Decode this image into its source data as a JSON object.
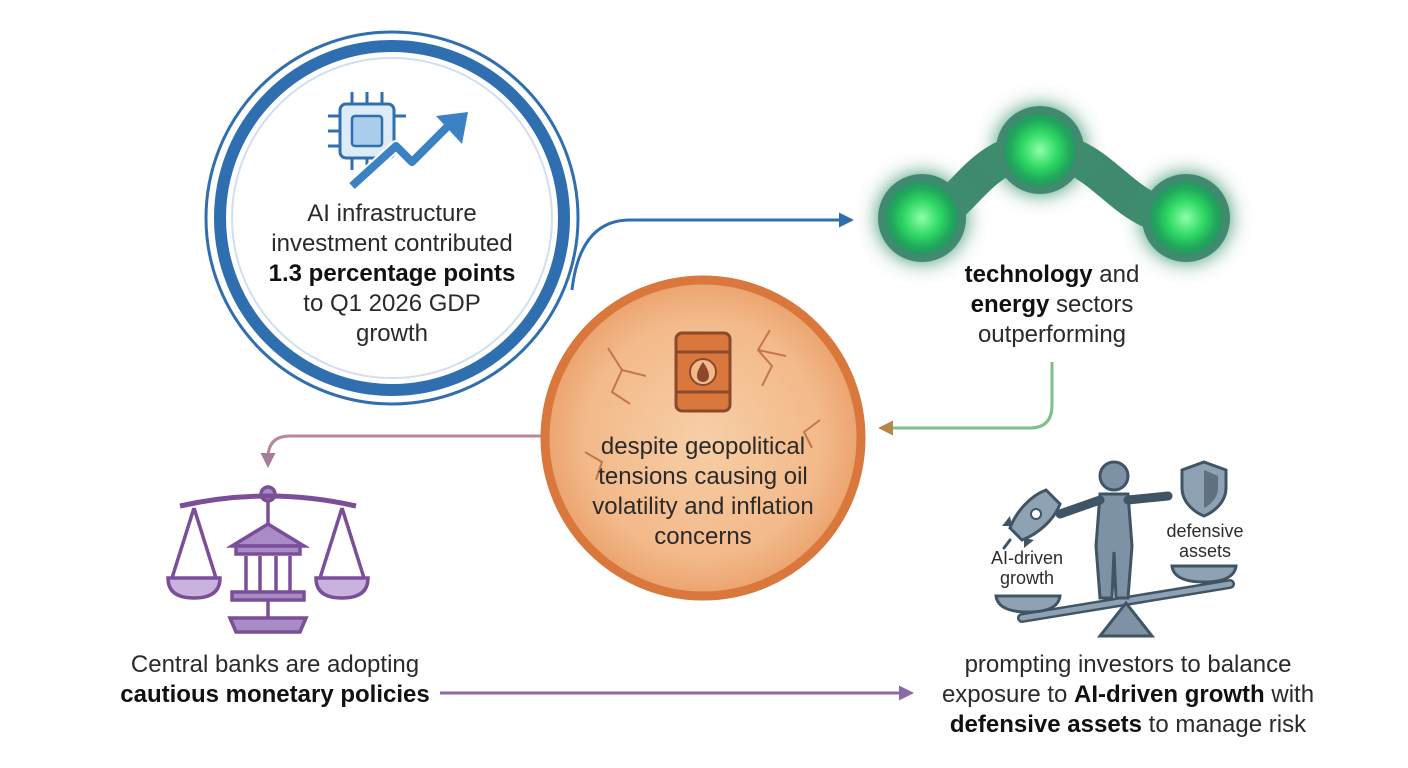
{
  "nodes": {
    "ai_investment": {
      "line1": "AI infrastructure",
      "line2": "investment contributed",
      "line3_bold": "1.3 percentage points",
      "line4": "to Q1 2026 GDP",
      "line5": "growth"
    },
    "sectors": {
      "bold1": "technology",
      "rest1": " and",
      "bold2": "energy",
      "rest2": " sectors",
      "line3": "outperforming"
    },
    "geopolitics": {
      "line1": "despite geopolitical",
      "line2": "tensions causing oil",
      "line3": "volatility and inflation",
      "line4": "concerns"
    },
    "central_banks": {
      "line1": "Central banks are adopting",
      "line2_bold": "cautious monetary policies"
    },
    "investors": {
      "line1": "prompting investors to balance",
      "line2_pre": "exposure to ",
      "line2_bold": "AI-driven growth",
      "line2_post": " with",
      "line3_bold": "defensive assets",
      "line3_post": " to manage risk",
      "scale_left_label_1": "AI-driven",
      "scale_left_label_2": "growth",
      "scale_right_label_1": "defensive",
      "scale_right_label_2": "assets"
    }
  },
  "icons": [
    "chip-growth-icon",
    "sector-nodes-icon",
    "oil-barrel-icon",
    "balance-bank-icon",
    "investor-seesaw-icon",
    "rocket-icon",
    "shield-icon"
  ],
  "colors": {
    "blue": "#2f6fb0",
    "green": "#4a9a74",
    "orange": "#d9773c",
    "purple": "#8a6aa6",
    "slate": "#5f7080"
  }
}
